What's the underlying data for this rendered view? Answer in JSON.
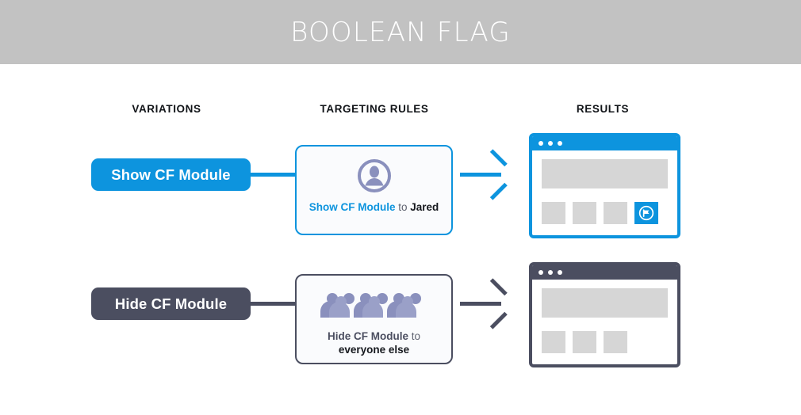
{
  "header": {
    "title": "BOOLEAN FLAG",
    "bg_color": "#c2c2c2",
    "text_color": "#ffffff"
  },
  "columns": {
    "variations": "VARIATIONS",
    "targeting_rules": "TARGETING RULES",
    "results": "RESULTS"
  },
  "colors": {
    "accent_blue": "#0d94de",
    "dark_slate": "#4b4e60",
    "icon_purple": "#8a90bd",
    "placeholder_gray": "#d6d6d6"
  },
  "rows": [
    {
      "variation": {
        "label": "Show CF Module",
        "color": "#0d94de"
      },
      "rule": {
        "icon": "single-person-icon",
        "text_primary": "Show CF Module",
        "text_connector": " to ",
        "text_target": "Jared",
        "accent": "#0d94de"
      },
      "arrow": {
        "color": "#0d94de"
      },
      "result": {
        "chrome_color": "#0d94de",
        "window_dots": 3,
        "tiles": [
          "blank",
          "blank",
          "blank",
          "flag"
        ],
        "flag_icon": "flag-in-circle-icon"
      }
    },
    {
      "variation": {
        "label": "Hide CF Module",
        "color": "#4b4e60"
      },
      "rule": {
        "icon": "group-of-people-icon",
        "text_primary": "Hide CF Module",
        "text_connector": " to ",
        "text_target": "everyone else",
        "accent": "#4b4e60"
      },
      "arrow": {
        "color": "#4b4e60"
      },
      "result": {
        "chrome_color": "#4b4e60",
        "window_dots": 3,
        "tiles": [
          "blank",
          "blank",
          "blank"
        ],
        "flag_icon": ""
      }
    }
  ]
}
